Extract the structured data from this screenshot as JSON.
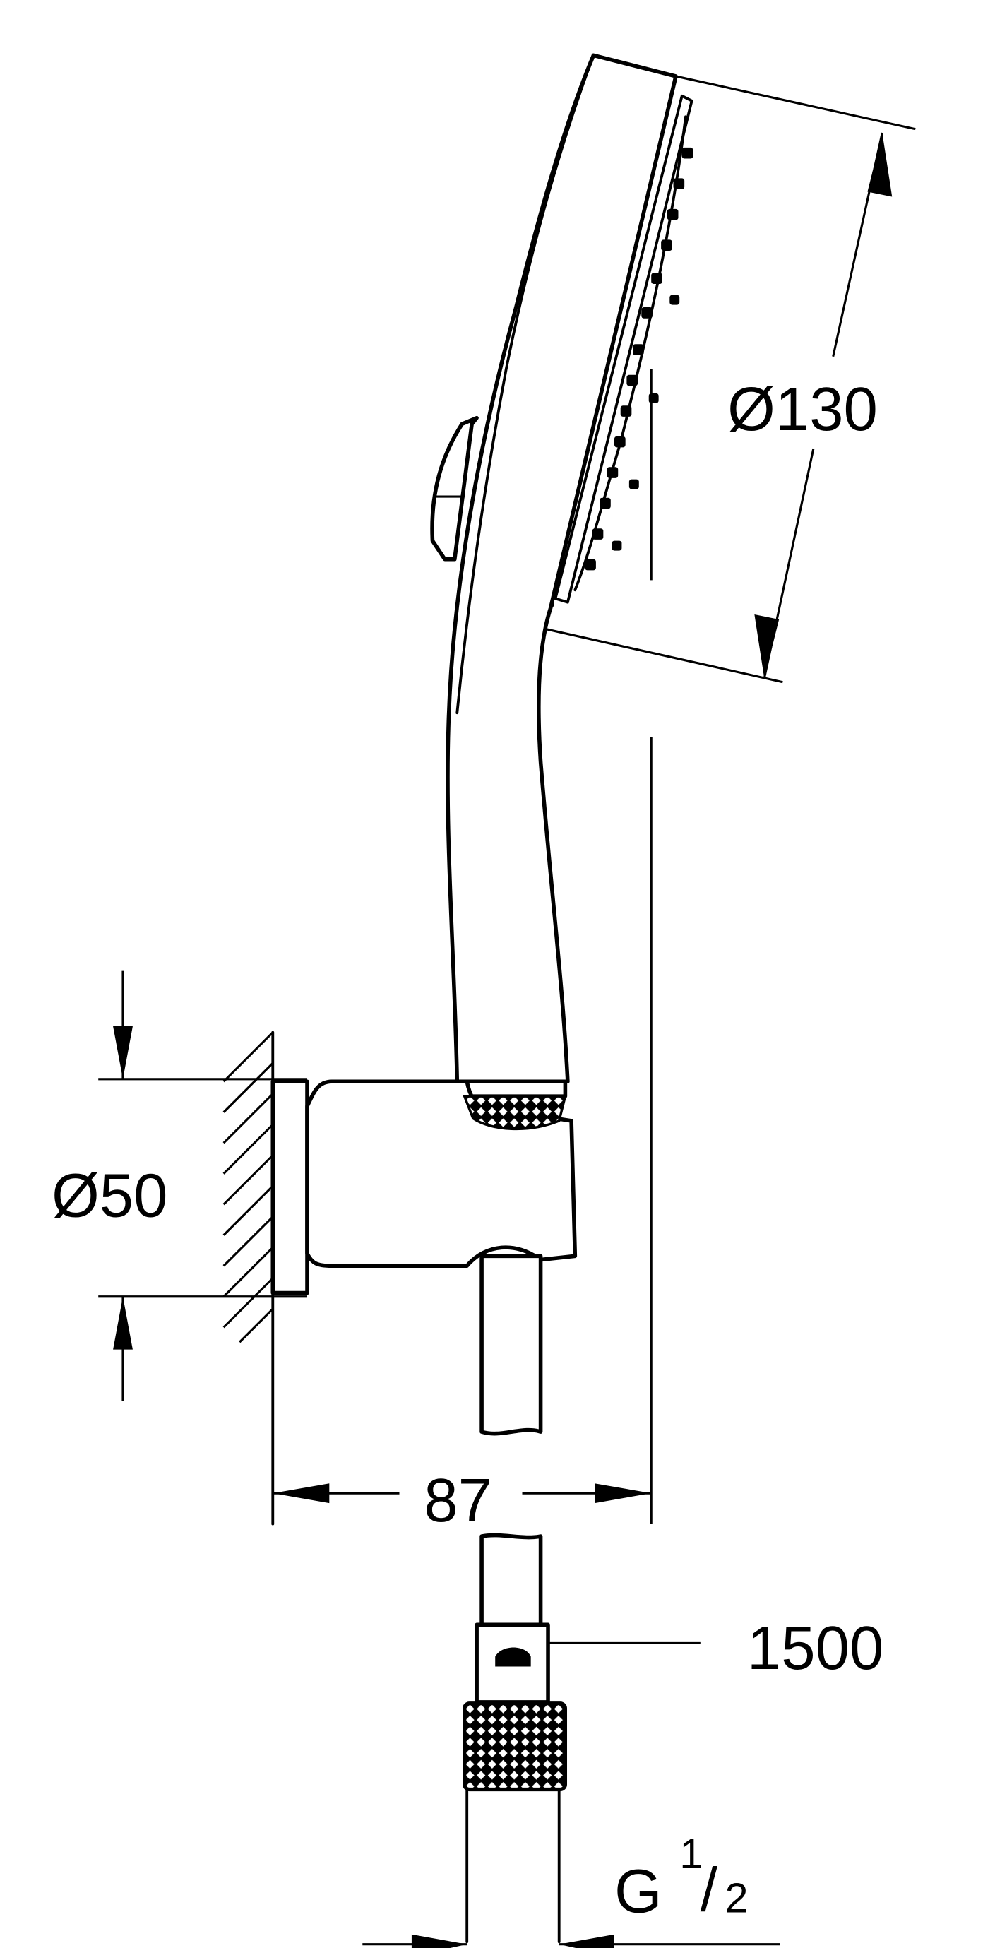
{
  "drawing": {
    "dimensions": {
      "head_diameter": "Ø130",
      "holder_diameter": "Ø50",
      "projection": "87",
      "hose_length": "1500",
      "thread_prefix": "G",
      "thread_numerator": "1",
      "thread_slash": "/",
      "thread_denominator": "2"
    },
    "colors": {
      "line": "#000000",
      "background": "#ffffff"
    }
  }
}
